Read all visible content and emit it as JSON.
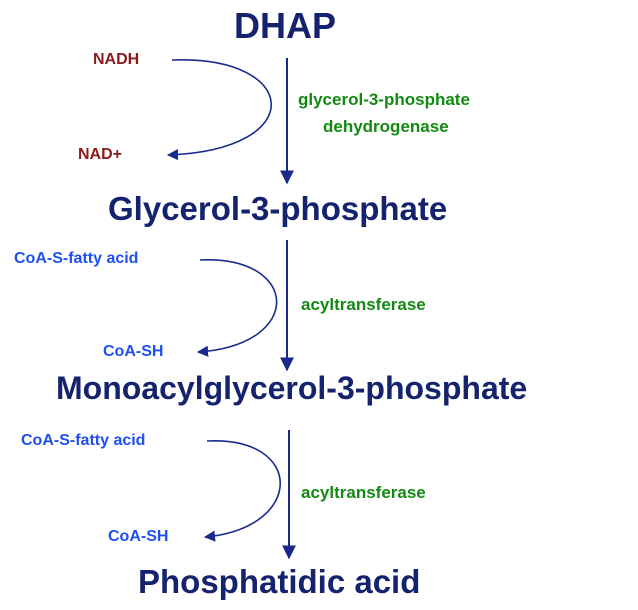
{
  "metabolites": {
    "dhap": "DHAP",
    "g3p": "Glycerol-3-phosphate",
    "mag3p": "Monoacylglycerol-3-phosphate",
    "pa": "Phosphatidic acid"
  },
  "step1": {
    "cofactor_in": "NADH",
    "cofactor_out": "NAD+",
    "enzyme_line1": "glycerol-3-phosphate",
    "enzyme_line2": "dehydrogenase"
  },
  "step2": {
    "cofactor_in": "CoA-S-fatty acid",
    "cofactor_out": "CoA-SH",
    "enzyme": "acyltransferase"
  },
  "step3": {
    "cofactor_in": "CoA-S-fatty acid",
    "cofactor_out": "CoA-SH",
    "enzyme": "acyltransferase"
  },
  "colors": {
    "metabolite": "#15236f",
    "arrow": "#1a2a8c",
    "nad_cofactor": "#8b1a1a",
    "coa_cofactor": "#1f4ff0",
    "enzyme": "#128a12"
  }
}
